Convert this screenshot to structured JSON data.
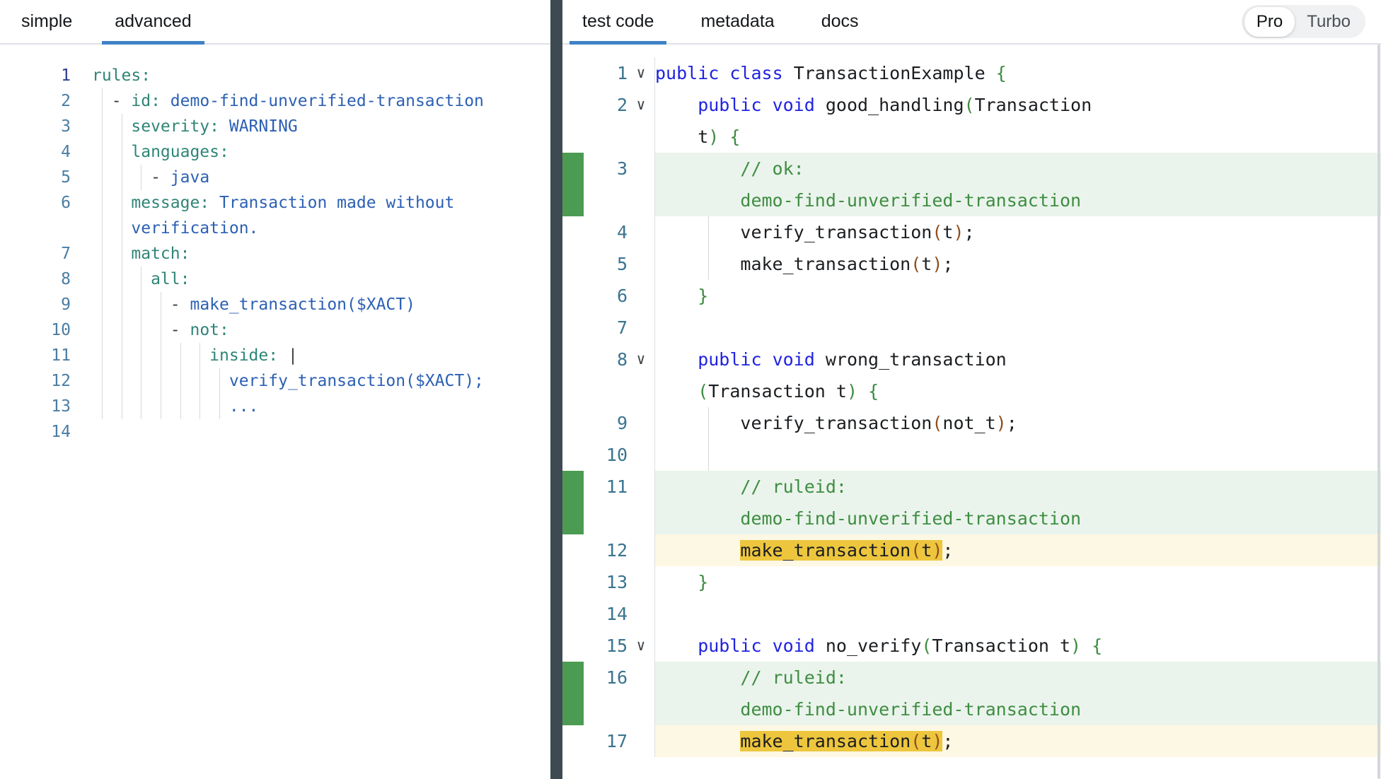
{
  "colors": {
    "accent_tab_underline": "#3f81c6",
    "panel_divider": "#3e4a52",
    "match_highlight": "#edc63e",
    "match_line_bg": "#fdf8e3",
    "annotated_line_bg": "#eaf4ec",
    "gutter_marker_green": "#4c9b52",
    "yaml_key": "#2f8577",
    "yaml_value": "#2c60b3",
    "java_keyword": "#2023e1",
    "java_comment": "#3f8d42",
    "bracket_green": "#3c8b40",
    "bracket_brown": "#8e4e1d"
  },
  "left_panel": {
    "tabs": [
      {
        "label": "simple",
        "active": false
      },
      {
        "label": "advanced",
        "active": true
      }
    ],
    "editor": {
      "language": "yaml",
      "lines": [
        {
          "num": 1,
          "active": true,
          "indent": 0,
          "g": [],
          "rows": [
            [
              {
                "t": "k",
                "s": "rules:"
              }
            ]
          ]
        },
        {
          "num": 2,
          "indent": 2,
          "g": [
            1
          ],
          "rows": [
            [
              {
                "t": "d",
                "s": "- "
              },
              {
                "t": "k",
                "s": "id:"
              },
              {
                "t": "v",
                "s": " demo-find-unverified-transaction"
              }
            ]
          ]
        },
        {
          "num": 3,
          "indent": 4,
          "g": [
            1,
            3
          ],
          "rows": [
            [
              {
                "t": "k",
                "s": "severity:"
              },
              {
                "t": "v",
                "s": " WARNING"
              }
            ]
          ]
        },
        {
          "num": 4,
          "indent": 4,
          "g": [
            1,
            3
          ],
          "rows": [
            [
              {
                "t": "k",
                "s": "languages:"
              }
            ]
          ]
        },
        {
          "num": 5,
          "indent": 6,
          "g": [
            1,
            3,
            5
          ],
          "rows": [
            [
              {
                "t": "d",
                "s": "- "
              },
              {
                "t": "v",
                "s": "java"
              }
            ]
          ]
        },
        {
          "num": 6,
          "indent": 4,
          "g": [
            1,
            3
          ],
          "rows": [
            [
              {
                "t": "k",
                "s": "message:"
              },
              {
                "t": "v",
                "s": " Transaction made without"
              }
            ],
            [
              {
                "t": "v",
                "s": "verification."
              }
            ]
          ]
        },
        {
          "num": 7,
          "indent": 4,
          "g": [
            1,
            3
          ],
          "rows": [
            [
              {
                "t": "k",
                "s": "match:"
              }
            ]
          ]
        },
        {
          "num": 8,
          "indent": 6,
          "g": [
            1,
            3,
            5
          ],
          "rows": [
            [
              {
                "t": "k",
                "s": "all:"
              }
            ]
          ]
        },
        {
          "num": 9,
          "indent": 8,
          "g": [
            1,
            3,
            5,
            7
          ],
          "rows": [
            [
              {
                "t": "d",
                "s": "- "
              },
              {
                "t": "v",
                "s": "make_transaction($XACT)"
              }
            ]
          ]
        },
        {
          "num": 10,
          "indent": 8,
          "g": [
            1,
            3,
            5,
            7
          ],
          "rows": [
            [
              {
                "t": "d",
                "s": "- "
              },
              {
                "t": "k",
                "s": "not:"
              }
            ]
          ]
        },
        {
          "num": 11,
          "indent": 12,
          "g": [
            1,
            3,
            5,
            7,
            9,
            11
          ],
          "rows": [
            [
              {
                "t": "k",
                "s": "inside:"
              },
              {
                "t": "d",
                "s": " |"
              }
            ]
          ]
        },
        {
          "num": 12,
          "indent": 14,
          "g": [
            1,
            3,
            5,
            7,
            9,
            11,
            13
          ],
          "rows": [
            [
              {
                "t": "v",
                "s": "verify_transaction($XACT);"
              }
            ]
          ]
        },
        {
          "num": 13,
          "indent": 14,
          "g": [
            1,
            3,
            5,
            7,
            9,
            11,
            13
          ],
          "rows": [
            [
              {
                "t": "v",
                "s": "..."
              }
            ]
          ]
        },
        {
          "num": 14,
          "indent": 0,
          "g": [],
          "rows": [
            []
          ]
        }
      ]
    }
  },
  "right_panel": {
    "tabs": [
      {
        "label": "test code",
        "active": true
      },
      {
        "label": "metadata",
        "active": false
      },
      {
        "label": "docs",
        "active": false
      }
    ],
    "toggle": {
      "options": [
        "Pro",
        "Turbo"
      ],
      "selected": "Pro"
    },
    "fold_icon": "∨",
    "editor": {
      "language": "java",
      "lines": [
        {
          "num": 1,
          "fold": true,
          "indent": 0,
          "g": [],
          "rows": [
            [
              {
                "t": "kw",
                "s": "public"
              },
              {
                "t": "pl",
                "s": " "
              },
              {
                "t": "kw",
                "s": "class"
              },
              {
                "t": "pl",
                "s": " TransactionExample "
              },
              {
                "t": "gb",
                "s": "{"
              }
            ]
          ]
        },
        {
          "num": 2,
          "fold": true,
          "indent": 4,
          "g": [],
          "rows": [
            [
              {
                "t": "kw",
                "s": "public"
              },
              {
                "t": "pl",
                "s": " "
              },
              {
                "t": "kw",
                "s": "void"
              },
              {
                "t": "pl",
                "s": " good_handling"
              },
              {
                "t": "gb",
                "s": "("
              },
              {
                "t": "pl",
                "s": "Transaction"
              }
            ],
            [
              {
                "t": "pl",
                "s": "t"
              },
              {
                "t": "gb",
                "s": ")"
              },
              {
                "t": "pl",
                "s": " "
              },
              {
                "t": "gb",
                "s": "{"
              }
            ]
          ]
        },
        {
          "num": 3,
          "bg": "green",
          "marker": true,
          "indent": 8,
          "g": [],
          "rows": [
            [
              {
                "t": "c",
                "s": "// ok:"
              }
            ],
            [
              {
                "t": "c",
                "s": "demo-find-unverified-transaction"
              }
            ]
          ]
        },
        {
          "num": 4,
          "indent": 8,
          "g": [
            5
          ],
          "rows": [
            [
              {
                "t": "pl",
                "s": "verify_transaction"
              },
              {
                "t": "bb",
                "s": "("
              },
              {
                "t": "pl",
                "s": "t"
              },
              {
                "t": "bb",
                "s": ")"
              },
              {
                "t": "pl",
                "s": ";"
              }
            ]
          ]
        },
        {
          "num": 5,
          "indent": 8,
          "g": [
            5
          ],
          "rows": [
            [
              {
                "t": "pl",
                "s": "make_transaction"
              },
              {
                "t": "bb",
                "s": "("
              },
              {
                "t": "pl",
                "s": "t"
              },
              {
                "t": "bb",
                "s": ")"
              },
              {
                "t": "pl",
                "s": ";"
              }
            ]
          ]
        },
        {
          "num": 6,
          "indent": 4,
          "g": [],
          "rows": [
            [
              {
                "t": "gb",
                "s": "}"
              }
            ]
          ]
        },
        {
          "num": 7,
          "indent": 0,
          "g": [],
          "rows": [
            []
          ]
        },
        {
          "num": 8,
          "fold": true,
          "indent": 4,
          "g": [],
          "rows": [
            [
              {
                "t": "kw",
                "s": "public"
              },
              {
                "t": "pl",
                "s": " "
              },
              {
                "t": "kw",
                "s": "void"
              },
              {
                "t": "pl",
                "s": " wrong_transaction"
              }
            ],
            [
              {
                "t": "gb",
                "s": "("
              },
              {
                "t": "pl",
                "s": "Transaction t"
              },
              {
                "t": "gb",
                "s": ")"
              },
              {
                "t": "pl",
                "s": " "
              },
              {
                "t": "gb",
                "s": "{"
              }
            ]
          ]
        },
        {
          "num": 9,
          "indent": 8,
          "g": [
            5
          ],
          "rows": [
            [
              {
                "t": "pl",
                "s": "verify_transaction"
              },
              {
                "t": "bb",
                "s": "("
              },
              {
                "t": "pl",
                "s": "not_t"
              },
              {
                "t": "bb",
                "s": ")"
              },
              {
                "t": "pl",
                "s": ";"
              }
            ]
          ]
        },
        {
          "num": 10,
          "indent": 8,
          "g": [
            5
          ],
          "rows": [
            []
          ]
        },
        {
          "num": 11,
          "bg": "green",
          "marker": true,
          "indent": 8,
          "g": [],
          "rows": [
            [
              {
                "t": "c",
                "s": "// ruleid:"
              }
            ],
            [
              {
                "t": "c",
                "s": "demo-find-unverified-transaction"
              }
            ]
          ]
        },
        {
          "num": 12,
          "bg": "yellow",
          "indent": 8,
          "g": [],
          "rows": [
            [
              {
                "t": "pl",
                "s": "make_transaction",
                "h": true
              },
              {
                "t": "bb",
                "s": "(",
                "h": true
              },
              {
                "t": "pl",
                "s": "t",
                "h": true
              },
              {
                "t": "bb",
                "s": ")",
                "h": true
              },
              {
                "t": "pl",
                "s": ";"
              }
            ]
          ]
        },
        {
          "num": 13,
          "indent": 4,
          "g": [],
          "rows": [
            [
              {
                "t": "gb",
                "s": "}"
              }
            ]
          ]
        },
        {
          "num": 14,
          "indent": 0,
          "g": [],
          "rows": [
            []
          ]
        },
        {
          "num": 15,
          "fold": true,
          "indent": 4,
          "g": [],
          "rows": [
            [
              {
                "t": "kw",
                "s": "public"
              },
              {
                "t": "pl",
                "s": " "
              },
              {
                "t": "kw",
                "s": "void"
              },
              {
                "t": "pl",
                "s": " no_verify"
              },
              {
                "t": "gb",
                "s": "("
              },
              {
                "t": "pl",
                "s": "Transaction t"
              },
              {
                "t": "gb",
                "s": ")"
              },
              {
                "t": "pl",
                "s": " "
              },
              {
                "t": "gb",
                "s": "{"
              }
            ]
          ]
        },
        {
          "num": 16,
          "bg": "green",
          "marker": true,
          "indent": 8,
          "g": [],
          "rows": [
            [
              {
                "t": "c",
                "s": "// ruleid:"
              }
            ],
            [
              {
                "t": "c",
                "s": "demo-find-unverified-transaction"
              }
            ]
          ]
        },
        {
          "num": 17,
          "bg": "yellow",
          "indent": 8,
          "g": [],
          "rows": [
            [
              {
                "t": "pl",
                "s": "make_transaction",
                "h": true
              },
              {
                "t": "bb",
                "s": "(",
                "h": true
              },
              {
                "t": "pl",
                "s": "t",
                "h": true
              },
              {
                "t": "bb",
                "s": ")",
                "h": true
              },
              {
                "t": "pl",
                "s": ";"
              }
            ]
          ]
        }
      ]
    }
  }
}
